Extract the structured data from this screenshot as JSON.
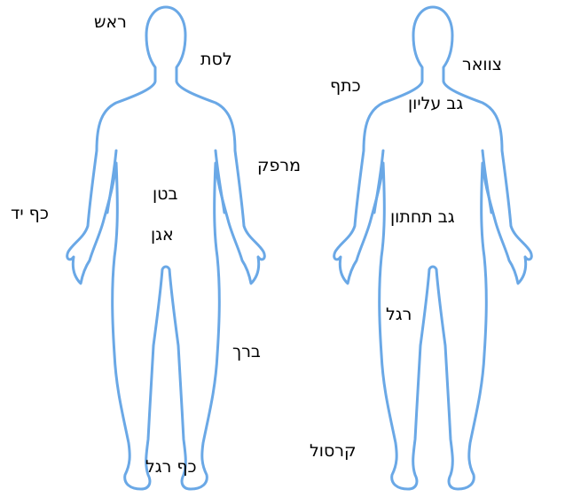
{
  "front": {
    "head": "ראש",
    "neck": "לסת",
    "elbow": "מרפק",
    "hand": "כף יד",
    "belly": "בטן",
    "pelvis": "אגן",
    "knee": "ברך",
    "foot": "כף רגל"
  },
  "back": {
    "neck": "צוואר",
    "shoulder": "כתף",
    "upper_back": "גב עליון",
    "lower_back": "גב תחתון",
    "leg": "רגל",
    "ankle": "קרסול"
  },
  "colors": {
    "outline": "#6aa8e6",
    "text": "#000000"
  }
}
